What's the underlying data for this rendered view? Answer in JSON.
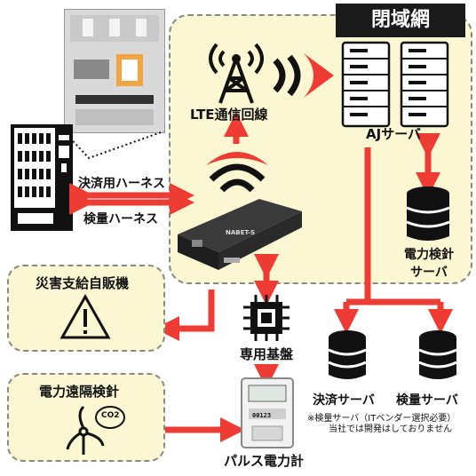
{
  "closed_network": "閉域網",
  "lte_label": "LTE通信回線",
  "aj_server_label": "AJサーバ",
  "power_server_label_line1": "電力検針",
  "power_server_label_line2": "サーバ",
  "payment_harness_label": "決済用ハーネス",
  "meter_harness_label": "検量ハーネス",
  "router_model": "NABET-S",
  "disaster_vending_label": "災害支給自販機",
  "remote_meter_label": "電力遠隔検針",
  "co2_label": "CO2",
  "dedicated_board_label": "専用基盤",
  "payment_server_label": "決済サーバ",
  "metering_server_label": "検量サーバ",
  "note_line1": "※検量サーバ（ITベンダー選択必要）",
  "note_line2": "当社では開発はしておりません",
  "pulse_meter_label": "パルス電力計",
  "meter_display": "00123",
  "colors": {
    "arrow": "#ee3b33",
    "panel": "#fbf7d2",
    "dark": "#111111"
  }
}
